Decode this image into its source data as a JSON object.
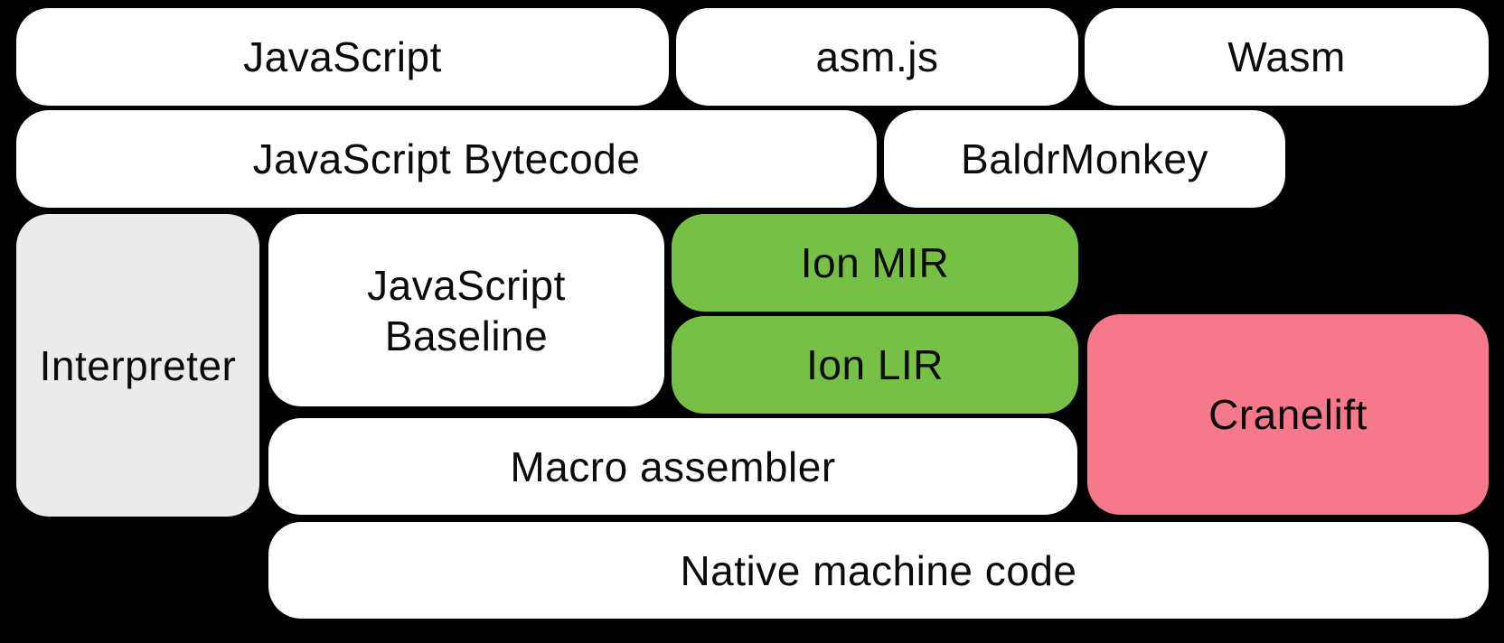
{
  "colors": {
    "background": "#000000",
    "white_box": "#ffffff",
    "gray_box": "#ebebeb",
    "green_box": "#76c046",
    "pink_box": "#f5798a",
    "text": "#0b0b0b"
  },
  "boxes": {
    "javascript": {
      "label": "JavaScript"
    },
    "asmjs": {
      "label": "asm.js"
    },
    "wasm": {
      "label": "Wasm"
    },
    "bytecode": {
      "label": "JavaScript Bytecode"
    },
    "baldrmonkey": {
      "label": "BaldrMonkey"
    },
    "interpreter": {
      "label": "Interpreter"
    },
    "baseline": {
      "lines": [
        "JavaScript",
        "Baseline"
      ]
    },
    "ion_mir": {
      "label": "Ion MIR"
    },
    "ion_lir": {
      "label": "Ion LIR"
    },
    "cranelift": {
      "label": "Cranelift"
    },
    "macro_assembler": {
      "label": "Macro assembler"
    },
    "native_machine_code": {
      "label": "Native machine code"
    }
  }
}
